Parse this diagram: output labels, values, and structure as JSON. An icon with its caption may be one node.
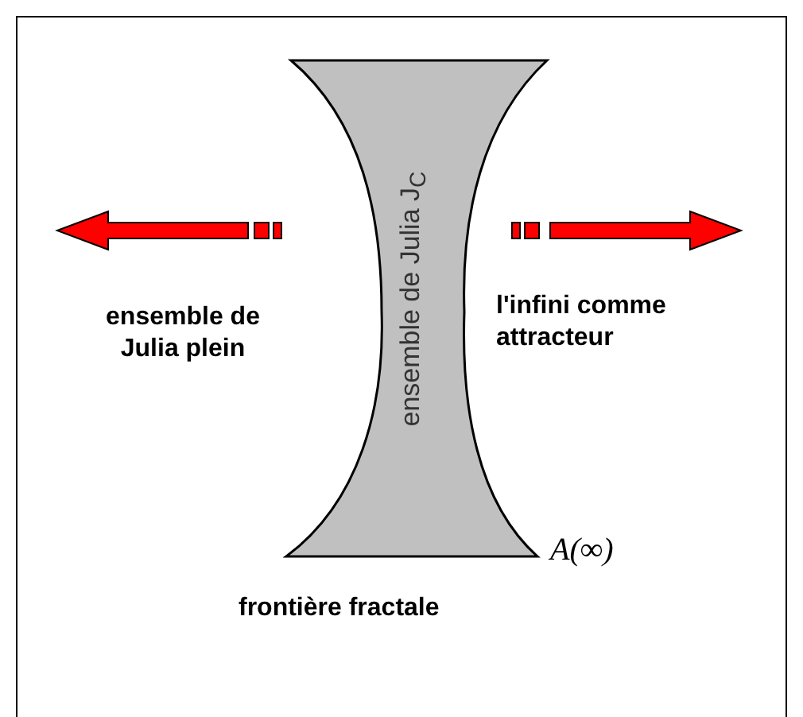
{
  "diagram": {
    "nodes": [
      {
        "text": [
          "ensemble de Julia J$_{C}$"
        ]
      }
    ],
    "labels": [
      "ensemble de Julia plein",
      "l'infini comme attracteur",
      "A(∞)",
      "frontière fractale"
    ]
  }
}
